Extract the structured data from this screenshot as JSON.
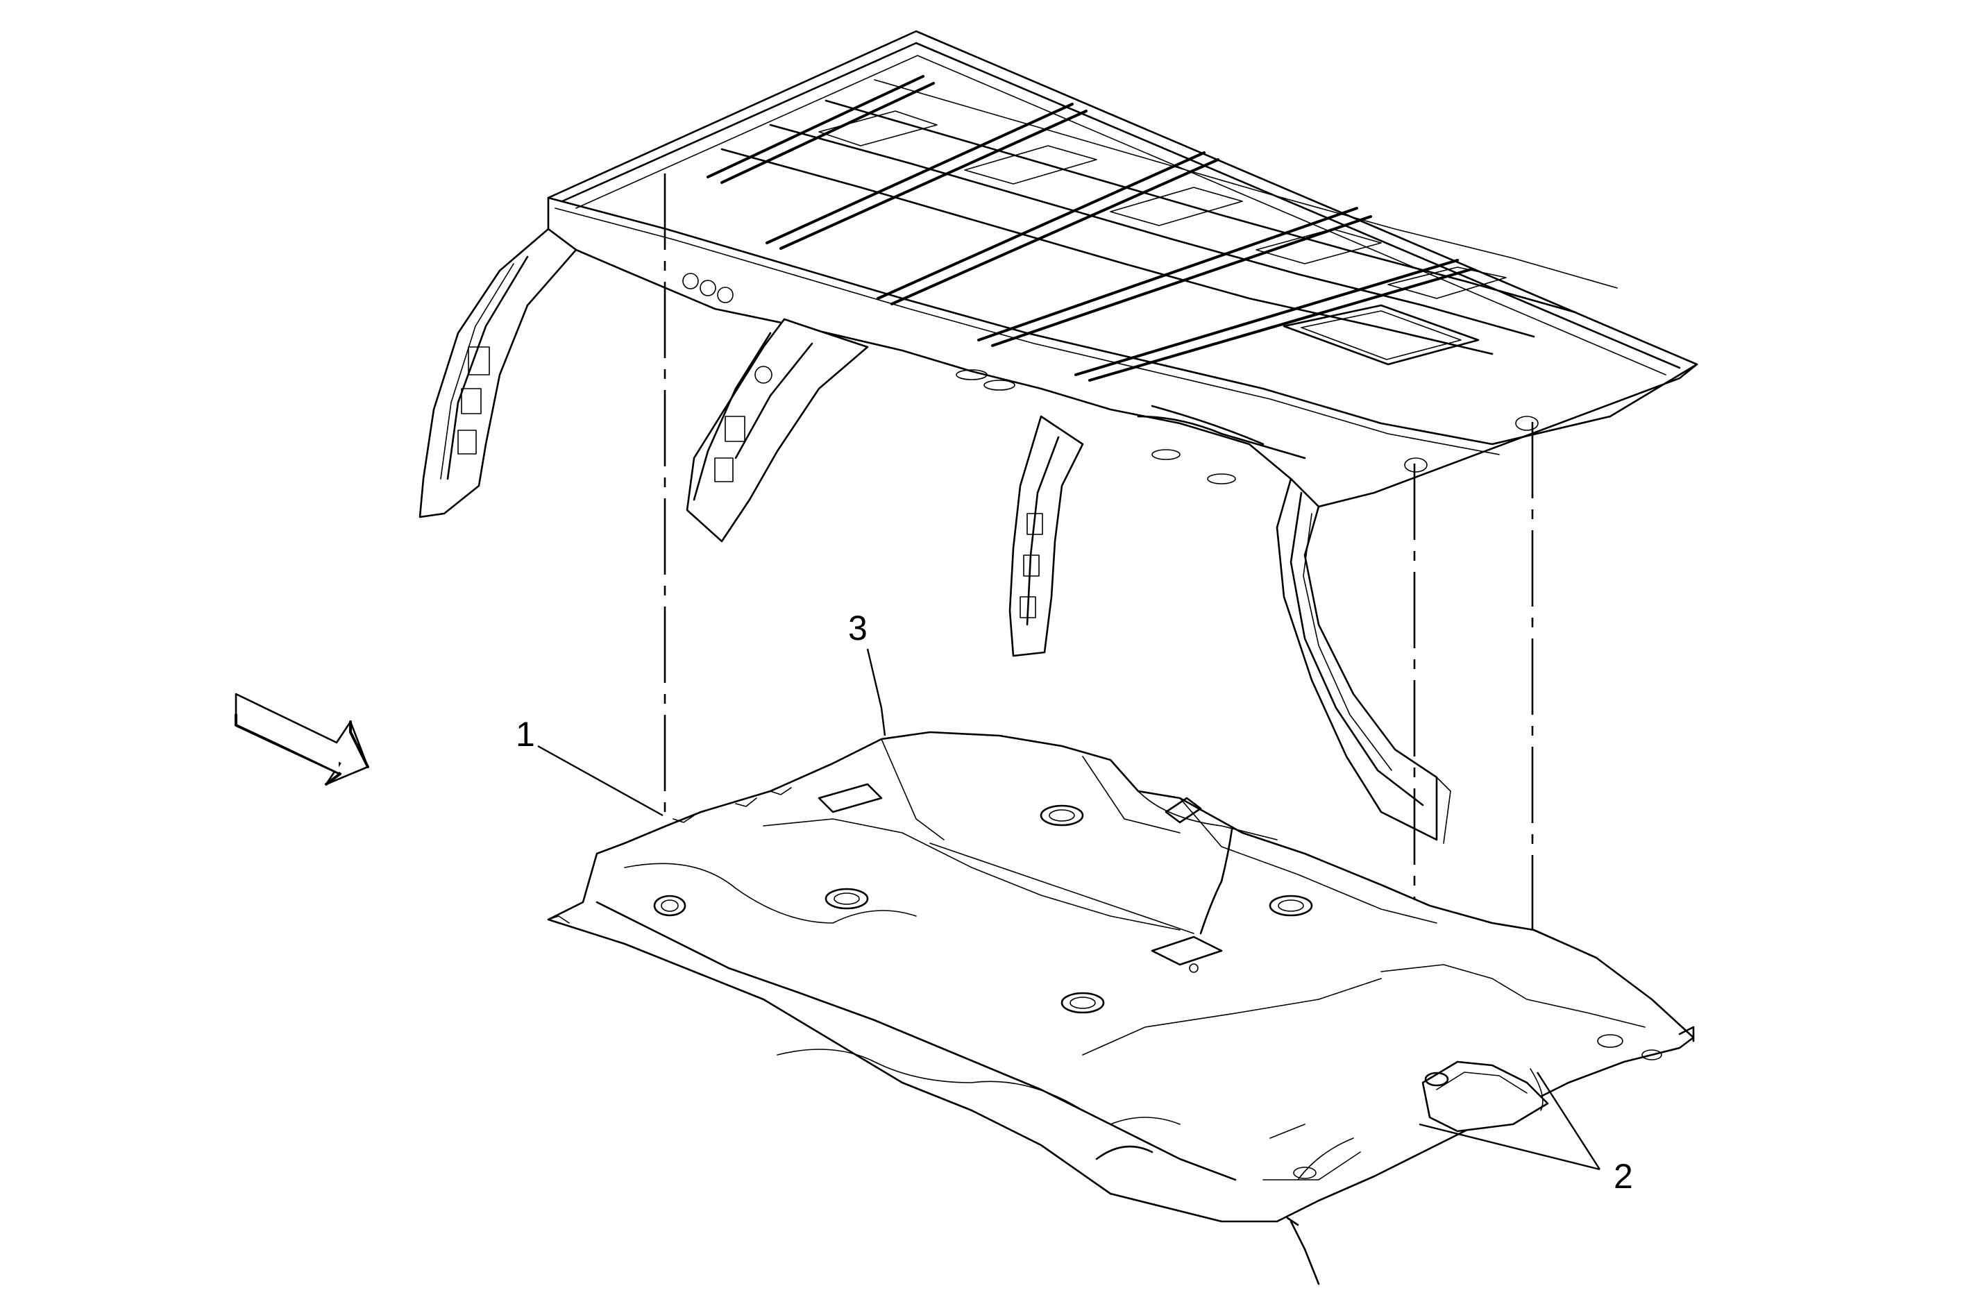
{
  "callouts": {
    "one": "1",
    "two": "2",
    "three": "3"
  },
  "icons": {
    "view_direction": "view-direction-arrow-icon"
  },
  "colors": {
    "line": "#000000",
    "background": "#ffffff"
  }
}
